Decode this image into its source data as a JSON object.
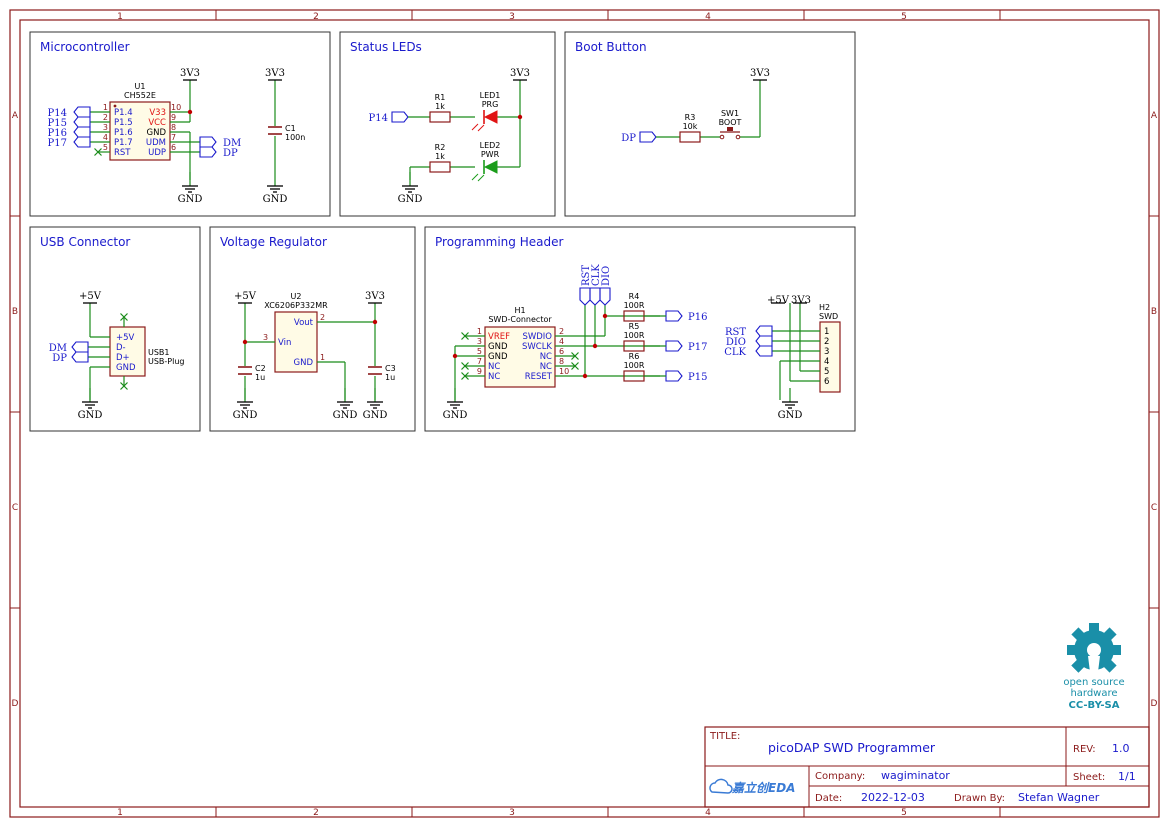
{
  "frame": {
    "columns": [
      "1",
      "2",
      "3",
      "4",
      "5"
    ],
    "rows": [
      "A",
      "B",
      "C",
      "D"
    ]
  },
  "colors": {
    "border": "#8b1a1a",
    "wire": "#1a8c1a",
    "net_label": "#1a1acc",
    "pin_name": "#1a1acc",
    "pin_number": "#8b1a1a",
    "power_pin": "#e01414",
    "junction": "#c00000",
    "no_connect": "#1a8c1a",
    "led_red": "#e01414",
    "led_green": "#1a9c1a",
    "logo": "#1a8fa8"
  },
  "blocks": {
    "mcu": {
      "title": "Microcontroller",
      "ref": "U1",
      "part": "CH552E",
      "left_pins": [
        {
          "num": "1",
          "name": "P1.4",
          "net": "P14"
        },
        {
          "num": "2",
          "name": "P1.5",
          "net": "P15"
        },
        {
          "num": "3",
          "name": "P1.6",
          "net": "P16"
        },
        {
          "num": "4",
          "name": "P1.7",
          "net": "P17"
        },
        {
          "num": "5",
          "name": "RST",
          "net": ""
        }
      ],
      "right_pins": [
        {
          "num": "10",
          "name": "V33"
        },
        {
          "num": "9",
          "name": "VCC"
        },
        {
          "num": "8",
          "name": "GND"
        },
        {
          "num": "7",
          "name": "UDM"
        },
        {
          "num": "6",
          "name": "UDP"
        }
      ],
      "out_nets": [
        "DM",
        "DP"
      ],
      "power": "3V3",
      "ground": "GND",
      "cap_ref": "C1",
      "cap_value": "100n",
      "cap_power": "3V3",
      "cap_ground": "GND"
    },
    "leds": {
      "title": "Status LEDs",
      "power": "3V3",
      "net_in": "P14",
      "r1_ref": "R1",
      "r1_value": "1k",
      "r2_ref": "R2",
      "r2_value": "1k",
      "led1_ref": "LED1",
      "led1_name": "PRG",
      "led2_ref": "LED2",
      "led2_name": "PWR",
      "ground": "GND"
    },
    "boot": {
      "title": "Boot Button",
      "power": "3V3",
      "net": "DP",
      "r_ref": "R3",
      "r_value": "10k",
      "sw_ref": "SW1",
      "sw_name": "BOOT"
    },
    "usb": {
      "title": "USB Connector",
      "ref": "USB1",
      "part": "USB-Plug",
      "pins": [
        "+5V",
        "D-",
        "D+",
        "GND"
      ],
      "nets": [
        "DM",
        "DP"
      ],
      "power": "+5V",
      "ground": "GND"
    },
    "vreg": {
      "title": "Voltage Regulator",
      "ref": "U2",
      "part": "XC6206P332MR",
      "pin_vout": "Vout",
      "pin_vin": "Vin",
      "pin_gnd": "GND",
      "num_vout": "2",
      "num_vin": "3",
      "num_gnd": "1",
      "in_power": "+5V",
      "out_power": "3V3",
      "c2_ref": "C2",
      "c2_value": "1u",
      "c3_ref": "C3",
      "c3_value": "1u",
      "ground": "GND"
    },
    "prog": {
      "title": "Programming Header",
      "h1_ref": "H1",
      "h1_part": "SWD-Connector",
      "h1_left": [
        {
          "num": "1",
          "name": "VREF"
        },
        {
          "num": "3",
          "name": "GND"
        },
        {
          "num": "5",
          "name": "GND"
        },
        {
          "num": "7",
          "name": "NC"
        },
        {
          "num": "9",
          "name": "NC"
        }
      ],
      "h1_right": [
        {
          "num": "2",
          "name": "SWDIO"
        },
        {
          "num": "4",
          "name": "SWCLK"
        },
        {
          "num": "6",
          "name": "NC"
        },
        {
          "num": "8",
          "name": "NC"
        },
        {
          "num": "10",
          "name": "RESET"
        }
      ],
      "bus_labels": [
        "RST",
        "CLK",
        "DIO"
      ],
      "resistors": [
        {
          "ref": "R4",
          "value": "100R",
          "net": "P16"
        },
        {
          "ref": "R5",
          "value": "100R",
          "net": "P17"
        },
        {
          "ref": "R6",
          "value": "100R",
          "net": "P15"
        }
      ],
      "h2_ref": "H2",
      "h2_part": "SWD",
      "h2_pins": [
        "1",
        "2",
        "3",
        "4",
        "5",
        "6"
      ],
      "h2_nets": [
        "RST",
        "DIO",
        "CLK"
      ],
      "h2_power1": "+5V",
      "h2_power2": "3V3",
      "ground": "GND"
    }
  },
  "logo": {
    "line1": "open source",
    "line2": "hardware",
    "line3": "CC-BY-SA"
  },
  "title_block": {
    "title_label": "TITLE:",
    "title": "picoDAP SWD Programmer",
    "rev_label": "REV:",
    "rev": "1.0",
    "company_label": "Company:",
    "company": "wagiminator",
    "sheet_label": "Sheet:",
    "sheet": "1/1",
    "date_label": "Date:",
    "date": "2022-12-03",
    "drawn_label": "Drawn By:",
    "drawn_by": "Stefan Wagner",
    "eda_logo_text": "嘉立创EDA"
  }
}
